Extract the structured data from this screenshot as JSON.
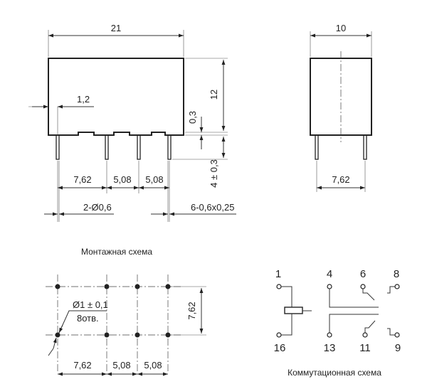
{
  "dimensions": {
    "length": "21",
    "width": "10",
    "height": "12",
    "pin_offset": "1,2",
    "base_gap": "0,3",
    "pin_length": "4 ± 0,3",
    "pitch_a": "7,62",
    "pitch_b": "5,08",
    "pitch_c": "5,08",
    "side_pitch": "7,62",
    "round_pins": "2-Ø0,6",
    "flat_pins": "6-0,6x0,25"
  },
  "mounting": {
    "title": "Монтажная схема",
    "hole_label": "Ø1 ± 0,1",
    "hole_count": "8отв.",
    "row_pitch": "7,62",
    "pitch_a": "7,62",
    "pitch_b": "5,08",
    "pitch_c": "5,08"
  },
  "switching": {
    "title": "Коммутационная схема",
    "pins": [
      "1",
      "4",
      "6",
      "8",
      "16",
      "13",
      "11",
      "9"
    ]
  }
}
